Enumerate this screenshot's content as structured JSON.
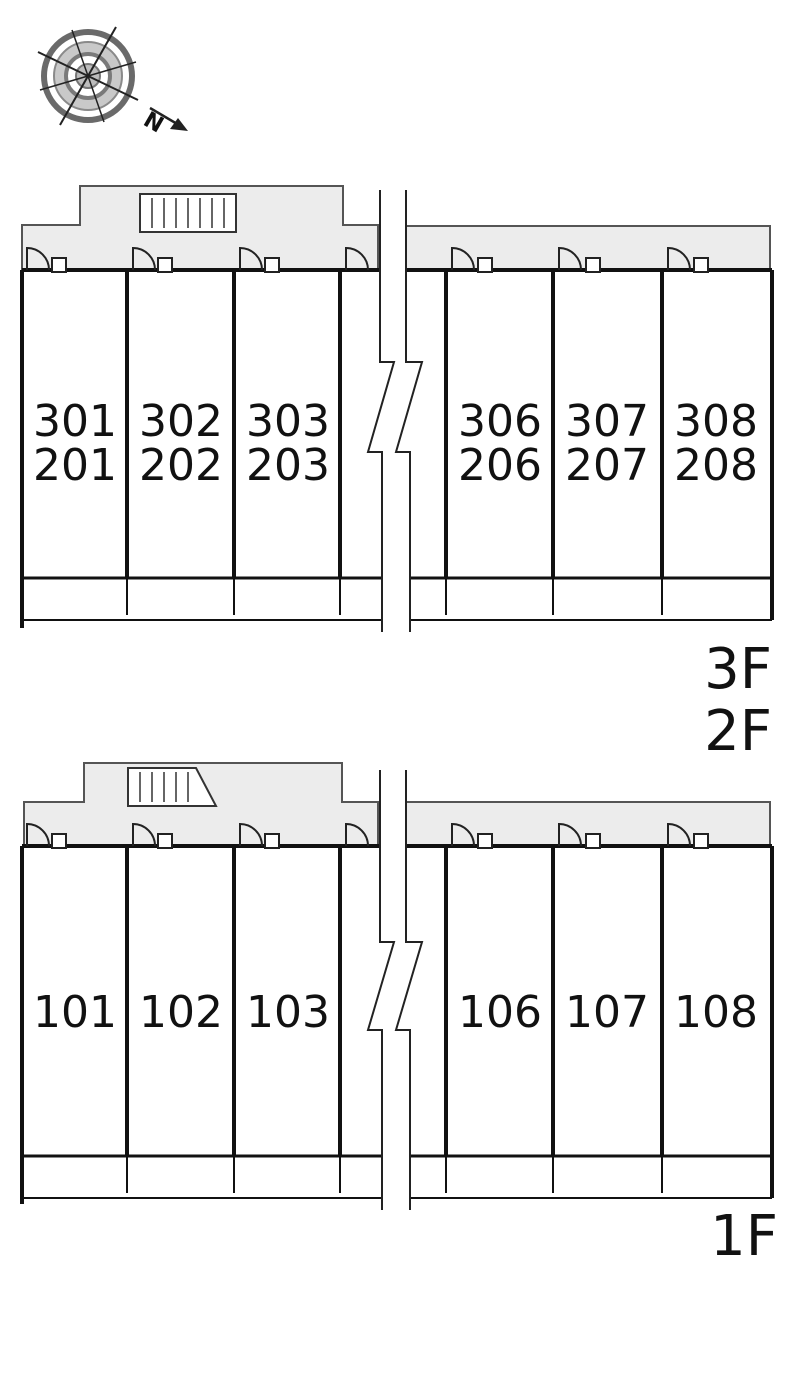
{
  "compass": {
    "north_letter": "N"
  },
  "upper_plan": {
    "floor_labels": [
      "3F",
      "2F"
    ],
    "units": [
      {
        "upper": "301",
        "lower": "201"
      },
      {
        "upper": "302",
        "lower": "202"
      },
      {
        "upper": "303",
        "lower": "203"
      },
      {
        "upper": "306",
        "lower": "206"
      },
      {
        "upper": "307",
        "lower": "207"
      },
      {
        "upper": "308",
        "lower": "208"
      }
    ]
  },
  "lower_plan": {
    "floor_labels": [
      "1F"
    ],
    "units": [
      "101",
      "102",
      "103",
      "106",
      "107",
      "108"
    ]
  }
}
